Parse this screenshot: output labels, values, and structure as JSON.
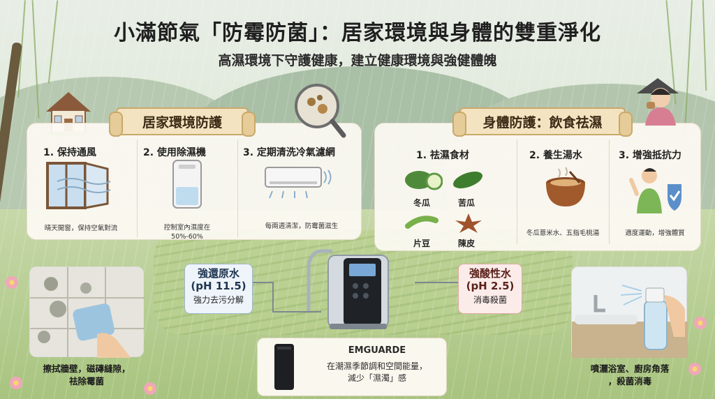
{
  "header": {
    "title": "小滿節氣「防霉防菌」：居家環境與身體的雙重淨化",
    "subtitle": "高濕環境下守護健康，建立健康環境與強健體魄"
  },
  "home_section": {
    "banner": "居家環境防護",
    "items": [
      {
        "heading": "1. 保持通風",
        "note": "晴天開窗，保持空氣對流"
      },
      {
        "heading": "2. 使用除濕機",
        "note": "控制室內濕度在\n50%-60%"
      },
      {
        "heading": "3. 定期清洗冷氣濾網",
        "note": "每兩週清潔，防霉菌滋生"
      }
    ]
  },
  "body_section": {
    "banner": "身體防護：飲食祛濕",
    "items": [
      {
        "heading": "1. 祛濕食材",
        "foods": [
          "冬瓜",
          "苦瓜",
          "片豆",
          "陳皮"
        ]
      },
      {
        "heading": "2. 養生湯水",
        "note": "冬瓜薏米水、五指毛桃湯"
      },
      {
        "heading": "3. 增強抵抗力",
        "note": "適度運動，增強體質"
      }
    ]
  },
  "callouts": {
    "alkaline": {
      "title": "強還原水",
      "ph": "(pH 11.5)",
      "desc": "強力去污分解"
    },
    "acidic": {
      "title": "強酸性水",
      "ph": "(pH 2.5)",
      "desc": "消毒殺菌"
    }
  },
  "device_card": {
    "brand": "EMGUARDE",
    "line1": "在潮濕季節調和空間能量，",
    "line2": "減少「濕濁」感"
  },
  "corner_captions": {
    "left_line1": "擦拭牆壁，磁磚縫隙，",
    "left_line2": "祛除霉菌",
    "right_line1": "噴灑浴室、廚房角落",
    "right_line2": "，殺菌消毒"
  },
  "colors": {
    "banner_bg": "#f3e3c0",
    "alkaline_border": "#9fb7cf",
    "acid_border": "#e2a9a2"
  }
}
